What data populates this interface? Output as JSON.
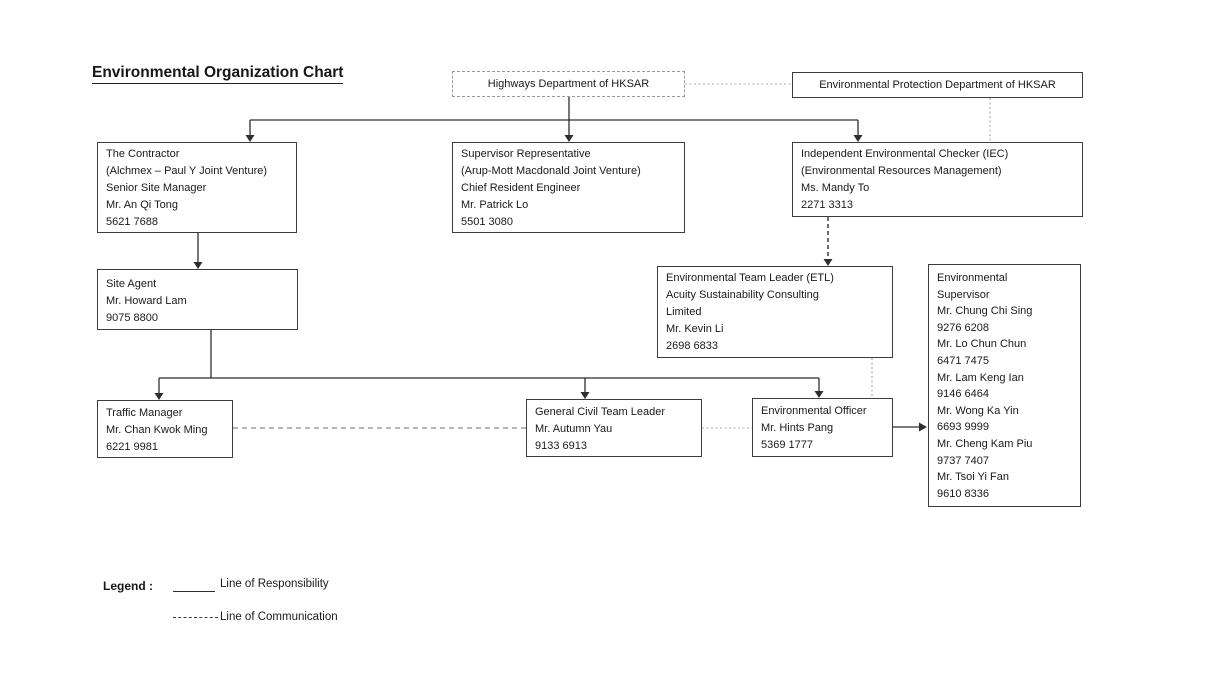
{
  "title": "Environmental Organization Chart",
  "nodes": {
    "highways_department": {
      "lines": [
        "Highways Department of HKSAR"
      ]
    },
    "environmental_protection_department": {
      "lines": [
        "Environmental Protection Department of HKSAR"
      ]
    },
    "contractor": {
      "lines": [
        "The Contractor",
        "(Alchmex – Paul Y Joint Venture)",
        "Senior Site Manager",
        "Mr. An Qi Tong",
        "5621 7688"
      ]
    },
    "supervisor_representative": {
      "lines": [
        "Supervisor Representative",
        "(Arup-Mott Macdonald Joint Venture)",
        "Chief Resident Engineer",
        "Mr. Patrick Lo",
        "5501 3080"
      ]
    },
    "independent_environmental_checker": {
      "lines": [
        "Independent Environmental Checker (IEC)",
        "(Environmental Resources Management)",
        "Ms. Mandy To",
        "2271 3313"
      ]
    },
    "site_agent": {
      "lines": [
        "Site Agent",
        "Mr. Howard Lam",
        "9075 8800"
      ]
    },
    "environmental_team_leader": {
      "lines": [
        "Environmental Team Leader (ETL)",
        "Acuity Sustainability Consulting",
        "Limited",
        "Mr. Kevin Li",
        "2698 6833"
      ]
    },
    "environmental_supervisor": {
      "lines": [
        "Environmental",
        "Supervisor",
        "Mr. Chung Chi Sing",
        "9276 6208",
        "Mr. Lo Chun Chun",
        "6471 7475",
        "Mr. Lam Keng Ian",
        "9146 6464",
        "Mr. Wong Ka Yin",
        "6693 9999",
        "Mr. Cheng Kam Piu",
        "9737 7407",
        "Mr. Tsoi Yi Fan",
        "9610 8336"
      ]
    },
    "traffic_manager": {
      "lines": [
        "Traffic Manager",
        "Mr. Chan Kwok Ming",
        "6221 9981"
      ]
    },
    "general_civil_team_leader": {
      "lines": [
        "General Civil Team Leader",
        "Mr. Autumn Yau",
        "9133 6913"
      ]
    },
    "environmental_officer": {
      "lines": [
        "Environmental Officer",
        "Mr. Hints Pang",
        "5369 1777"
      ]
    }
  },
  "legend": {
    "label": "Legend :",
    "items": [
      {
        "style": "solid",
        "label": "Line of Responsibility"
      },
      {
        "style": "dashed",
        "label": "Line of Communication"
      }
    ]
  },
  "colors": {
    "text_color": "#1a1a1a",
    "border_color": "#3c3c3c",
    "line_color": "#2e2e2e",
    "comm_line_color": "#a8a8a8",
    "comm_dash_color": "#8a8a8a"
  }
}
